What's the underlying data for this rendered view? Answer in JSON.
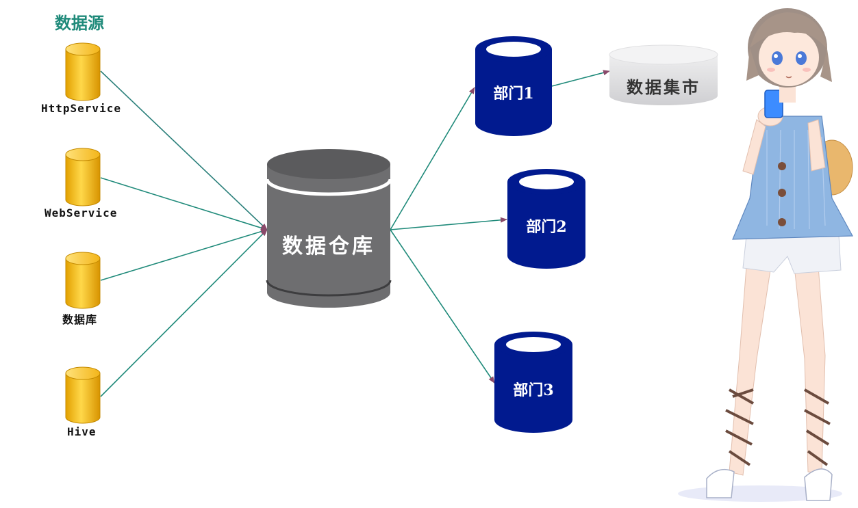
{
  "title": "数据源",
  "sources": [
    {
      "label": "HttpService"
    },
    {
      "label": "WebService"
    },
    {
      "label": "数据库"
    },
    {
      "label": "Hive"
    }
  ],
  "warehouse": {
    "label": "数据仓库"
  },
  "departments": [
    {
      "label": "部门1"
    },
    {
      "label": "部门2"
    },
    {
      "label": "部门3"
    }
  ],
  "mart": {
    "label": "数据集市"
  },
  "colors": {
    "title": "#1f8a7a",
    "source_gold": "#f2b90f",
    "warehouse_gray": "#6e6e70",
    "department_navy": "#011a8f",
    "mart_light": "#d9d9db",
    "arrow_teal": "#1f8a7a",
    "arrow_plum": "#8a4a6a"
  },
  "illustration": {
    "subject": "anime-girl-with-phone"
  }
}
